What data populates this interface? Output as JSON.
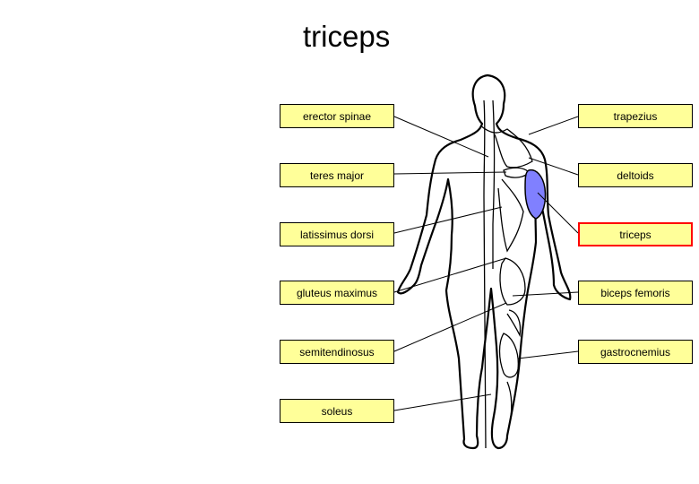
{
  "title": "triceps",
  "labels": {
    "erector_spinae": "erector spinae",
    "trapezius": "trapezius",
    "teres_major": "teres major",
    "deltoids": "deltoids",
    "latissimus_dorsi": "latissimus dorsi",
    "triceps": "triceps",
    "gluteus_maximus": "gluteus maximus",
    "biceps_femoris": "biceps femoris",
    "semitendinosus": "semitendinosus",
    "gastrocnemius": "gastrocnemius",
    "soleus": "soleus"
  },
  "selected_label": "triceps",
  "colors": {
    "label_fill": "#ffff99",
    "selected_border": "#ff0000",
    "highlighted_muscle": "#8080ff"
  }
}
